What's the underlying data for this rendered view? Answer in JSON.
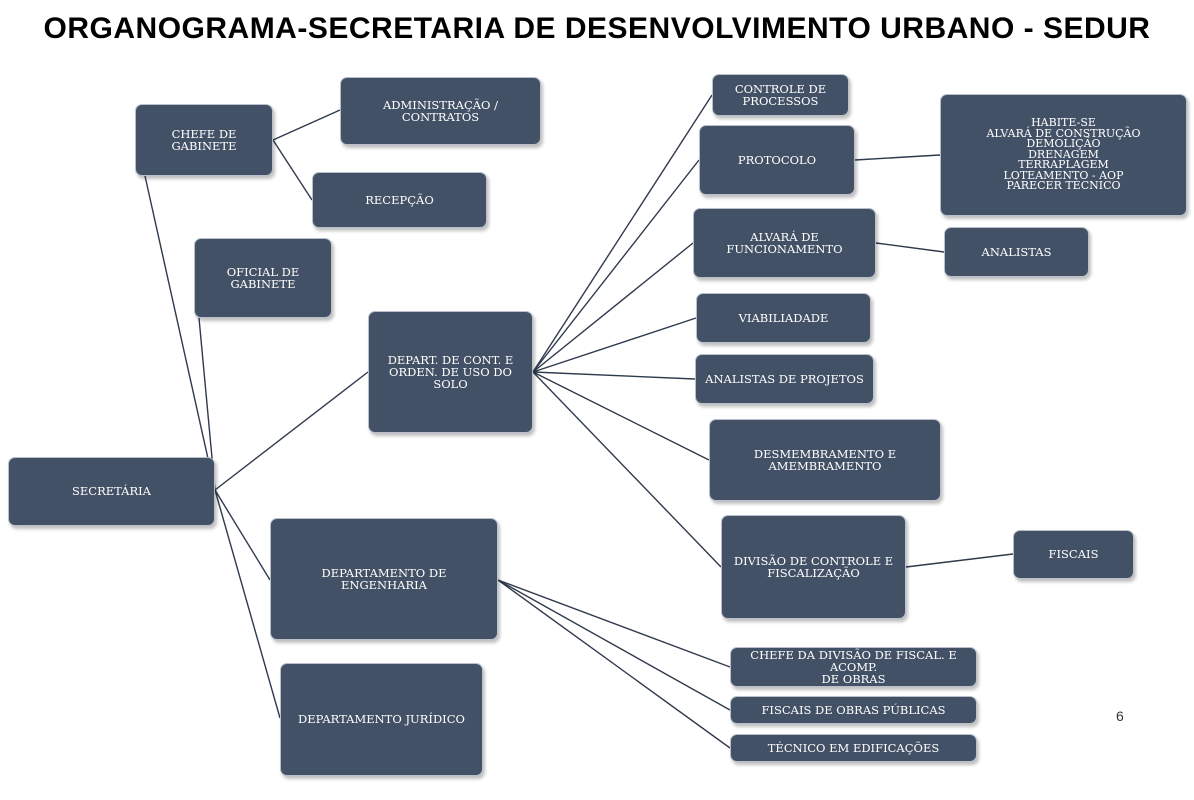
{
  "title": "ORGANOGRAMA-SECRETARIA DE DESENVOLVIMENTO URBANO - SEDUR",
  "page_number": "6",
  "colors": {
    "node_fill": "#435166",
    "node_text": "#ffffff",
    "connector": "#2f3a4c"
  },
  "nodes": {
    "secretaria": "SECRETÁRIA",
    "chefe_gabinete": "CHEFE DE GABINETE",
    "administracao_contratos": "ADMINISTRAÇÃO / CONTRATOS",
    "recepcao": "RECEPÇÃO",
    "oficial_gabinete": "OFICIAL DE GABINETE",
    "depart_cont_orden": "DEPART. DE CONT. E\nORDEN. DE USO DO SOLO",
    "controle_processos": "CONTROLE DE\nPROCESSOS",
    "protocolo": "PROTOCOLO",
    "habite_se_list": "HABITE-SE\nALVARÁ DE CONSTRUÇÃO\nDEMOLIÇÃO\nDRENAGEM\nTERRAPLAGEM\nLOTEAMENTO - AOP\nPARECER TÉCNICO",
    "alvara_funcionamento": "ALVARÁ DE FUNCIONAMENTO",
    "analistas": "ANALISTAS",
    "viabiliadade": "VIABILIADADE",
    "analistas_projetos": "ANALISTAS DE PROJETOS",
    "desmembramento": "DESMEMBRAMENTO E\nAMEMBRAMENTO",
    "divisao_controle": "DIVISÃO DE CONTROLE E\nFISCALIZAÇÃO",
    "fiscais": "FISCAIS",
    "departamento_engenharia": "DEPARTAMENTO DE ENGENHARIA",
    "chefe_divisao_fiscal": "CHEFE DA DIVISÃO DE FISCAL. E ACOMP.\nDE OBRAS",
    "fiscais_obras": "FISCAIS DE OBRAS PÚBLICAS",
    "tecnico_edificacoes": "TÉCNICO EM EDIFICAÇÕES",
    "departamento_juridico": "DEPARTAMENTO JURÍDICO"
  }
}
